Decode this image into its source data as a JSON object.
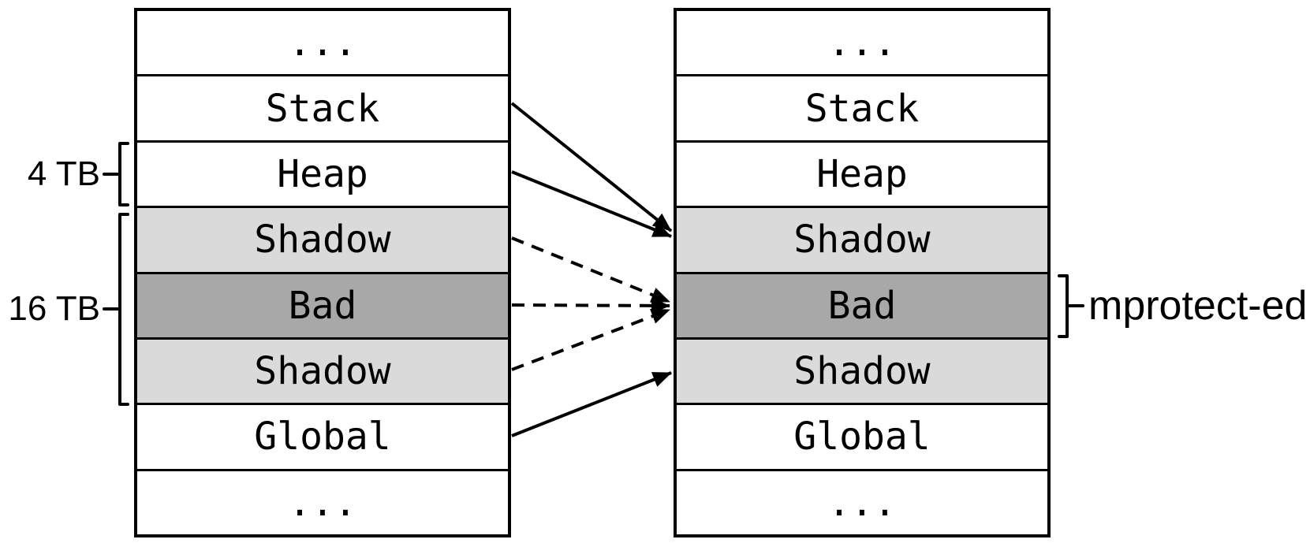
{
  "colors": {
    "background": "#ffffff",
    "border": "#000000",
    "text": "#000000",
    "region_white": "#ffffff",
    "shadow_fill": "#dadada",
    "bad_fill": "#a8a8a8"
  },
  "columns": {
    "left": {
      "rows": [
        {
          "label": "...",
          "type": "ellipsis"
        },
        {
          "label": "Stack",
          "type": "application"
        },
        {
          "label": "Heap",
          "type": "application"
        },
        {
          "label": "Shadow",
          "type": "shadow"
        },
        {
          "label": "Bad",
          "type": "bad"
        },
        {
          "label": "Shadow",
          "type": "shadow"
        },
        {
          "label": "Global",
          "type": "application"
        },
        {
          "label": "...",
          "type": "ellipsis"
        }
      ]
    },
    "right": {
      "rows": [
        {
          "label": "...",
          "type": "ellipsis"
        },
        {
          "label": "Stack",
          "type": "application"
        },
        {
          "label": "Heap",
          "type": "application"
        },
        {
          "label": "Shadow",
          "type": "shadow"
        },
        {
          "label": "Bad",
          "type": "bad"
        },
        {
          "label": "Shadow",
          "type": "shadow"
        },
        {
          "label": "Global",
          "type": "application"
        },
        {
          "label": "...",
          "type": "ellipsis"
        }
      ]
    }
  },
  "annotations": {
    "heap_size": "4 TB",
    "shadow_size": "16 TB",
    "mprotect": "mprotect-ed"
  },
  "arrows": [
    {
      "from": "left.stack",
      "to": "right.shadow-top",
      "style": "solid"
    },
    {
      "from": "left.heap",
      "to": "right.shadow-top",
      "style": "solid"
    },
    {
      "from": "left.shadow-top",
      "to": "right.bad",
      "style": "dashed"
    },
    {
      "from": "left.bad",
      "to": "right.bad",
      "style": "dashed"
    },
    {
      "from": "left.shadow-bottom",
      "to": "right.bad",
      "style": "dashed"
    },
    {
      "from": "left.global",
      "to": "right.shadow-bottom",
      "style": "solid"
    }
  ]
}
